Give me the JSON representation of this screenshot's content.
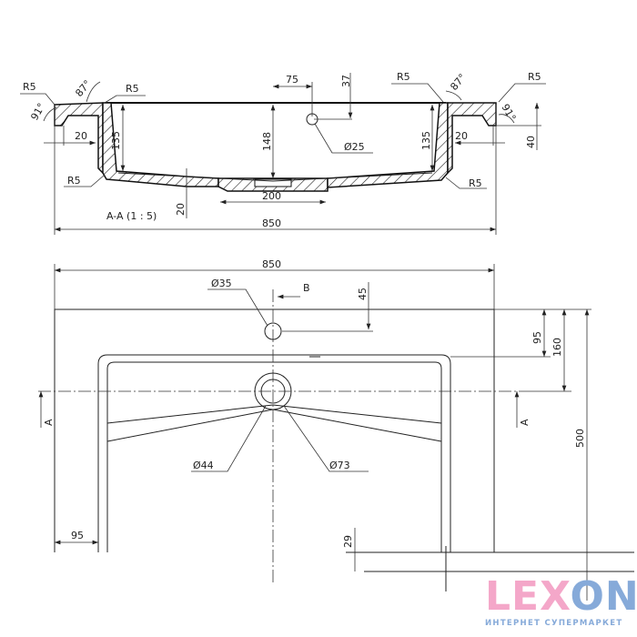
{
  "section": {
    "title": "A-A (1 : 5)",
    "labels": {
      "r5_top_left_outer": "R5",
      "angle_left_87": "87°",
      "r5_top_left_inner": "R5",
      "angle_left_91": "91°",
      "dim_20_left": "20",
      "dim_135_left": "135",
      "dim_148": "148",
      "dim_75": "75",
      "dim_37": "37",
      "dia_25": "Ø25",
      "dim_135_right": "135",
      "r5_top_right_inner": "R5",
      "angle_right_87": "87°",
      "r5_top_right_outer": "R5",
      "angle_right_91": "91°",
      "dim_20_right": "20",
      "dim_40": "40",
      "r5_bottom_left": "R5",
      "r5_bottom_right": "R5",
      "dim_200": "200",
      "dim_20_bottom": "20",
      "dim_850": "850"
    }
  },
  "plan": {
    "labels": {
      "dim_850": "850",
      "dia_35": "Ø35",
      "view_b": "B",
      "dim_45": "45",
      "dim_95_right": "95",
      "dim_160": "160",
      "dim_500": "500",
      "dia_44": "Ø44",
      "dia_73": "Ø73",
      "dim_95_left": "95",
      "dim_29": "29",
      "section_a_left": "A",
      "section_a_right": "A"
    }
  },
  "logo": {
    "brand_part1": "LEX",
    "brand_part2": "ON",
    "tagline": "ИНТЕРНЕТ СУПЕРМАРКЕТ",
    "pink": "#f4a7c9",
    "blue": "#86aad9"
  }
}
